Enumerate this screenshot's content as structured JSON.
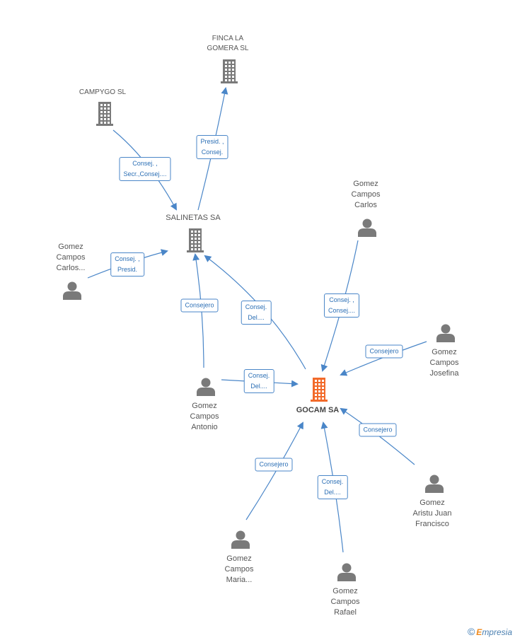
{
  "nodes": [
    {
      "id": "gocam",
      "type": "company",
      "label": "GOCAM SA",
      "main": true,
      "color": "#f26a2a"
    },
    {
      "id": "salinetas",
      "type": "company",
      "label": "SALINETAS SA",
      "color": "#7a7a7a"
    },
    {
      "id": "finca",
      "type": "company",
      "label": "FINCA LA\nGOMERA SL",
      "color": "#7a7a7a"
    },
    {
      "id": "campygo",
      "type": "company",
      "label": "CAMPYGO  SL",
      "color": "#7a7a7a"
    },
    {
      "id": "gc_carlos_dots",
      "type": "person",
      "label": "Gomez\nCampos\nCarlos...",
      "color": "#7a7a7a"
    },
    {
      "id": "gc_carlos",
      "type": "person",
      "label": "Gomez\nCampos\nCarlos",
      "color": "#7a7a7a"
    },
    {
      "id": "gc_josefina",
      "type": "person",
      "label": "Gomez\nCampos\nJosefina",
      "color": "#7a7a7a"
    },
    {
      "id": "gc_antonio",
      "type": "person",
      "label": "Gomez\nCampos\nAntonio",
      "color": "#7a7a7a"
    },
    {
      "id": "ga_juan",
      "type": "person",
      "label": "Gomez\nAristu Juan\nFrancisco",
      "color": "#7a7a7a"
    },
    {
      "id": "gc_maria",
      "type": "person",
      "label": "Gomez\nCampos\nMaria...",
      "color": "#7a7a7a"
    },
    {
      "id": "gc_rafael",
      "type": "person",
      "label": "Gomez\nCampos\nRafael",
      "color": "#7a7a7a"
    }
  ],
  "edges": [
    {
      "from": "salinetas",
      "to": "finca",
      "label": "Presid. ,\nConsej."
    },
    {
      "from": "campygo",
      "to": "salinetas",
      "label": "Consej. ,\nSecr.,Consej...."
    },
    {
      "from": "gc_carlos_dots",
      "to": "salinetas",
      "label": "Consej. ,\nPresid."
    },
    {
      "from": "gc_antonio",
      "to": "salinetas",
      "label": "Consejero"
    },
    {
      "from": "gocam",
      "to": "salinetas",
      "label": "Consej.\nDel...."
    },
    {
      "from": "gc_carlos",
      "to": "gocam",
      "label": "Consej. ,\nConsej...."
    },
    {
      "from": "gc_josefina",
      "to": "gocam",
      "label": "Consejero"
    },
    {
      "from": "gc_antonio",
      "to": "gocam",
      "label": "Consej.\nDel...."
    },
    {
      "from": "ga_juan",
      "to": "gocam",
      "label": "Consejero"
    },
    {
      "from": "gc_maria",
      "to": "gocam",
      "label": "Consejero"
    },
    {
      "from": "gc_rafael",
      "to": "gocam",
      "label": "Consej.\nDel...."
    }
  ],
  "colors": {
    "edge": "#4a86c8",
    "edge_label_border": "#4a86c8",
    "edge_label_text": "#2c6fb5"
  },
  "footer": {
    "copyright_symbol": "©",
    "brand_first_letter": "E",
    "brand_rest": "mpresia"
  }
}
